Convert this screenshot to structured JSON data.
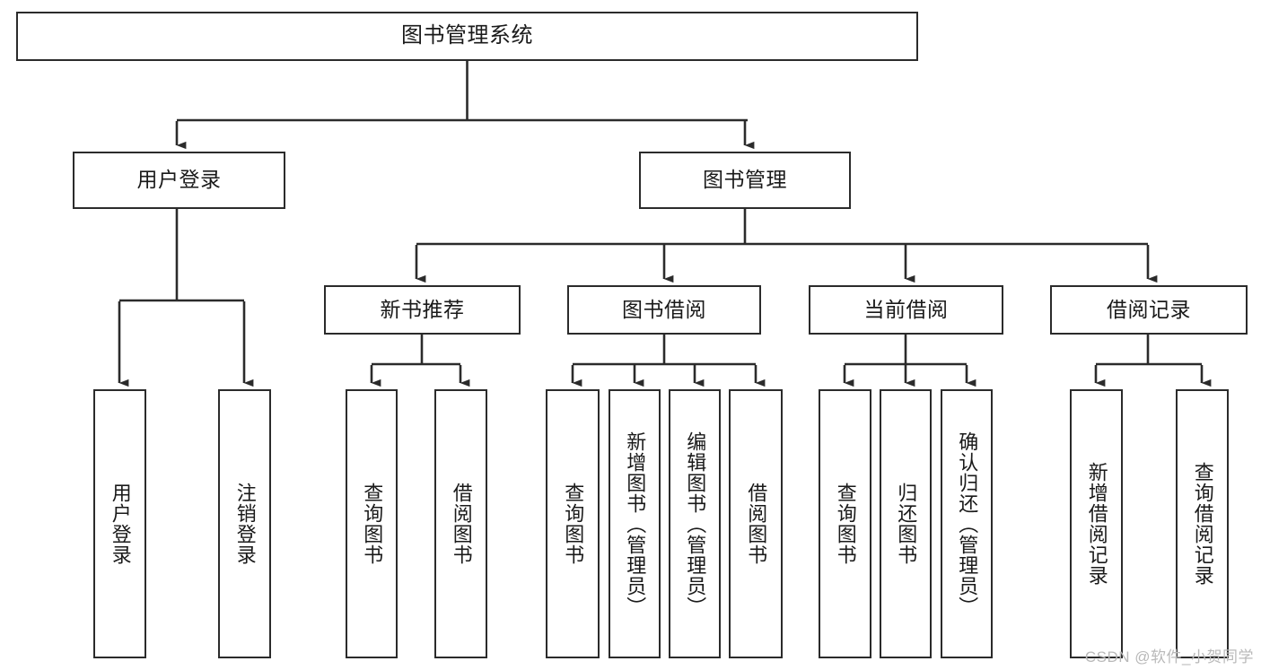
{
  "diagram": {
    "title": "图书管理系统",
    "type": "tree-hierarchy",
    "watermark": "CSDN @软件_小贺同学",
    "colors": {
      "background": "#ffffff",
      "box_border": "#2b2b2b",
      "box_fill": "#ffffff",
      "text": "#1a1a1a",
      "connector": "#2b2b2b",
      "watermark": "#b9b9b9"
    },
    "nodes": {
      "root": {
        "label": "图书管理系统"
      },
      "level2": [
        {
          "id": "user-login",
          "label": "用户登录"
        },
        {
          "id": "book-management",
          "label": "图书管理"
        }
      ],
      "level3": [
        {
          "id": "new-book-recommend",
          "label": "新书推荐"
        },
        {
          "id": "book-borrow",
          "label": "图书借阅"
        },
        {
          "id": "current-borrow",
          "label": "当前借阅"
        },
        {
          "id": "borrow-record",
          "label": "借阅记录"
        }
      ],
      "leaves": [
        {
          "id": "leaf-user-login",
          "label": "用户登录"
        },
        {
          "id": "leaf-user-logout",
          "label": "注销登录"
        },
        {
          "id": "leaf-query-book-1",
          "label": "查询图书"
        },
        {
          "id": "leaf-borrow-book-1",
          "label": "借阅图书"
        },
        {
          "id": "leaf-query-book-2",
          "label": "查询图书"
        },
        {
          "id": "leaf-add-book-admin",
          "label": "新增图书（管理员）"
        },
        {
          "id": "leaf-edit-book-admin",
          "label": "编辑图书（管理员）"
        },
        {
          "id": "leaf-borrow-book-2",
          "label": "借阅图书"
        },
        {
          "id": "leaf-query-book-3",
          "label": "查询图书"
        },
        {
          "id": "leaf-return-book",
          "label": "归还图书"
        },
        {
          "id": "leaf-confirm-return-admin",
          "label": "确认归还（管理员）"
        },
        {
          "id": "leaf-add-borrow-record",
          "label": "新增借阅记录"
        },
        {
          "id": "leaf-query-borrow-record",
          "label": "查询借阅记录"
        }
      ]
    }
  }
}
